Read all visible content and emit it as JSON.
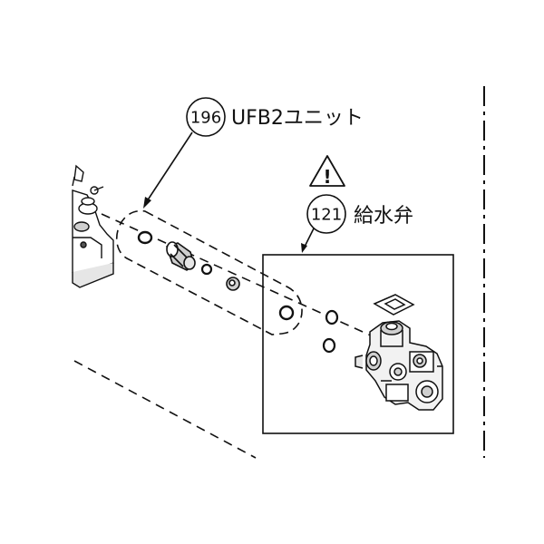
{
  "callouts": [
    {
      "number": "196",
      "label": "UFB2ユニット"
    },
    {
      "number": "121",
      "label": "給水弁"
    }
  ],
  "warning": {
    "symbol": "!",
    "icon": "warning-triangle-icon"
  },
  "colors": {
    "line": "#111111",
    "background": "#ffffff",
    "part_shade": "#cfcfcf"
  }
}
